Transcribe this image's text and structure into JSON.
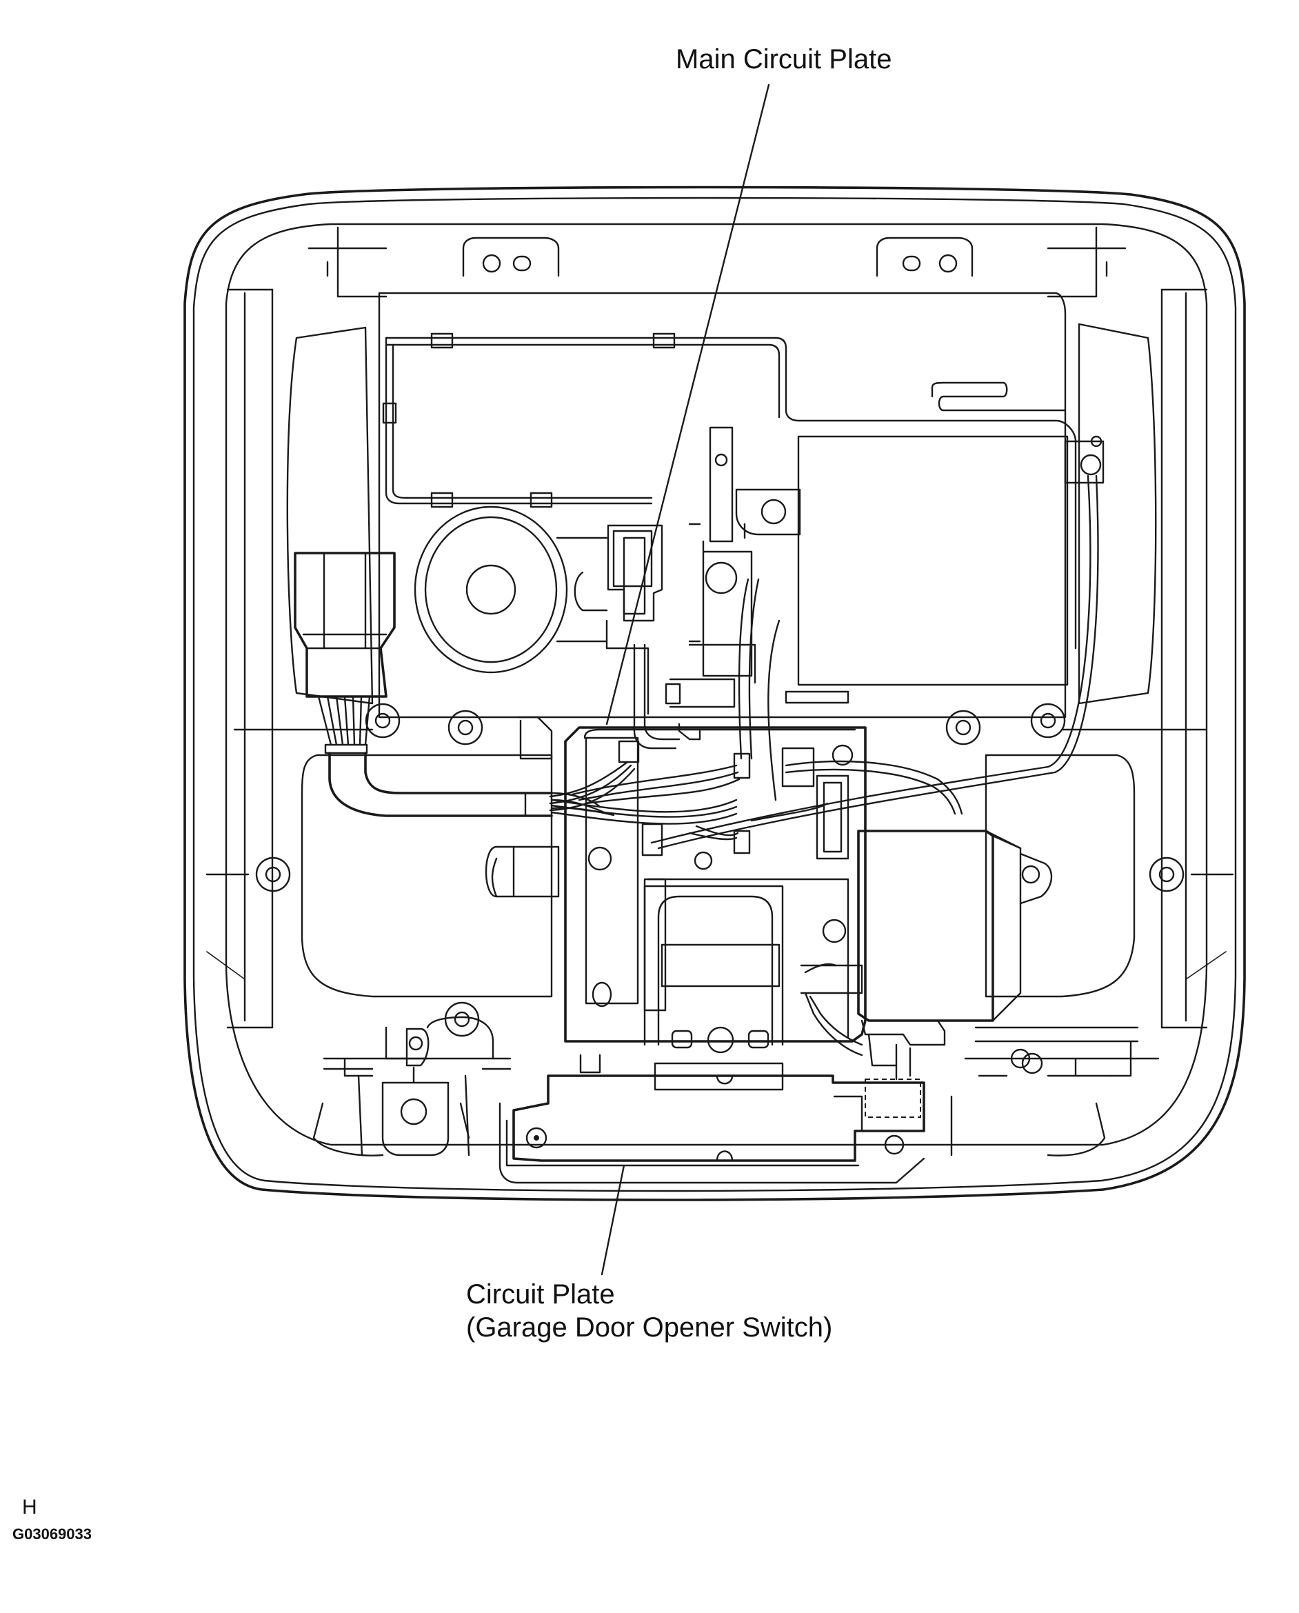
{
  "labels": {
    "main_circuit_plate": "Main Circuit Plate",
    "gdo_line1": "Circuit Plate",
    "gdo_line2": "(Garage Door Opener Switch)"
  },
  "corner_code": "H",
  "figure_id": "G03069033"
}
